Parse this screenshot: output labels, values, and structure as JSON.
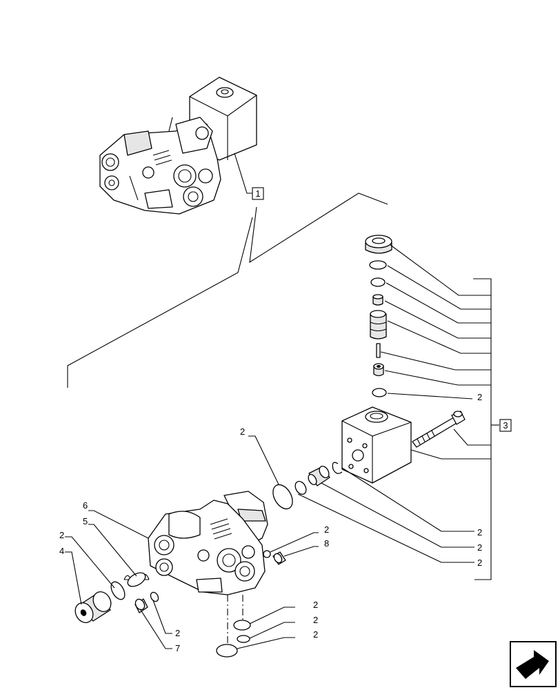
{
  "callouts": {
    "c1": "1",
    "c3": "3",
    "c2a": "2",
    "c2b": "2",
    "c2c": "2",
    "c2d": "2",
    "c2e": "2",
    "c2f": "2",
    "c2g": "2",
    "c2h": "2",
    "c2i": "2",
    "c2j": "2",
    "c2k": "2",
    "c4": "4",
    "c5": "5",
    "c6": "6",
    "c7": "7",
    "c8": "8"
  },
  "icons": {
    "nav": "next-page-arrow-icon"
  }
}
